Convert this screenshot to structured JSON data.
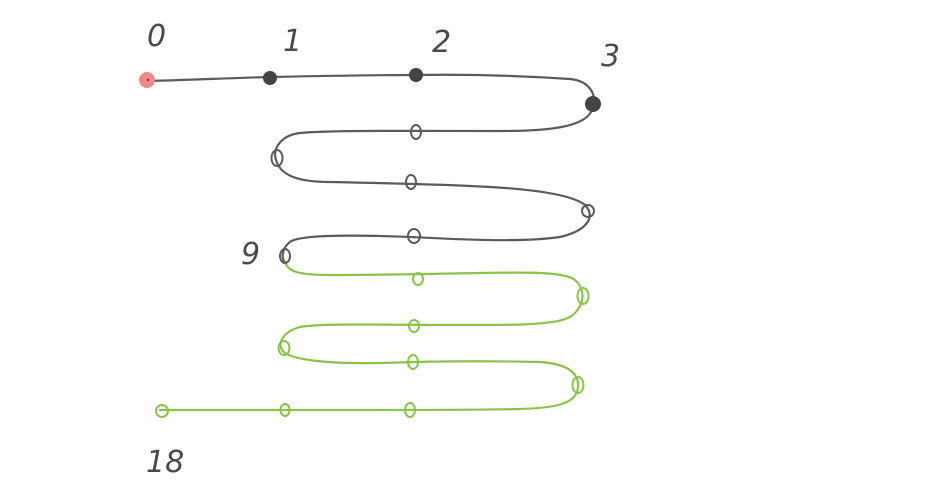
{
  "diagram": {
    "labels": {
      "start": "0",
      "n1": "1",
      "n2": "2",
      "n3": "3",
      "n9": "9",
      "end": "18"
    },
    "colors": {
      "gray_path": "#5b5b5b",
      "green_path": "#8bc34a",
      "start_node": "#f08a8a",
      "filled_node": "#444444"
    }
  }
}
